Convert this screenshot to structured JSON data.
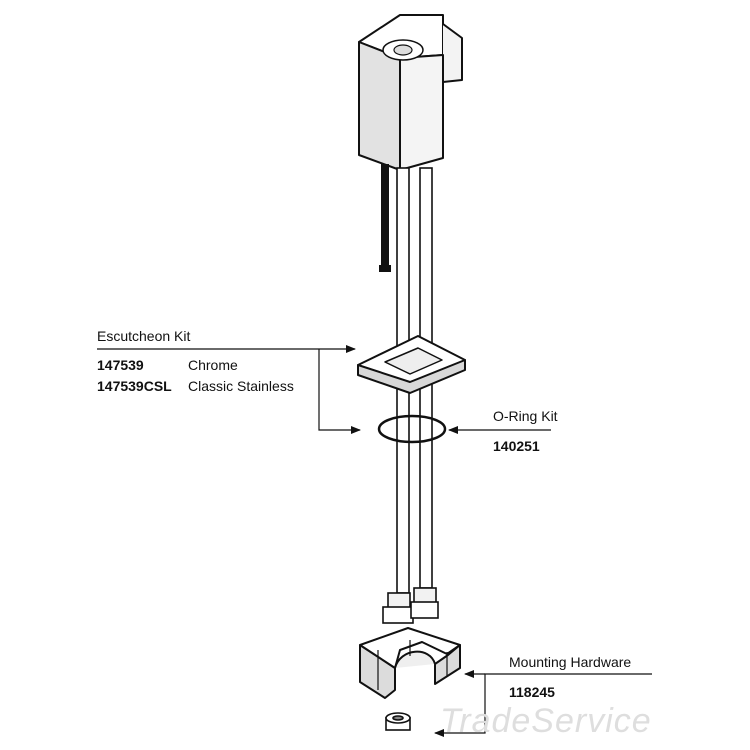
{
  "escutcheon_kit": {
    "title": "Escutcheon Kit",
    "options": [
      {
        "part_number": "147539",
        "finish": "Chrome"
      },
      {
        "part_number": "147539CSL",
        "finish": "Classic Stainless"
      }
    ]
  },
  "oring_kit": {
    "title": "O-Ring Kit",
    "part_number": "140251"
  },
  "mounting_hardware": {
    "title": "Mounting Hardware",
    "part_number": "118245"
  },
  "watermark": {
    "line1": "Trade",
    "line2": "Service"
  }
}
